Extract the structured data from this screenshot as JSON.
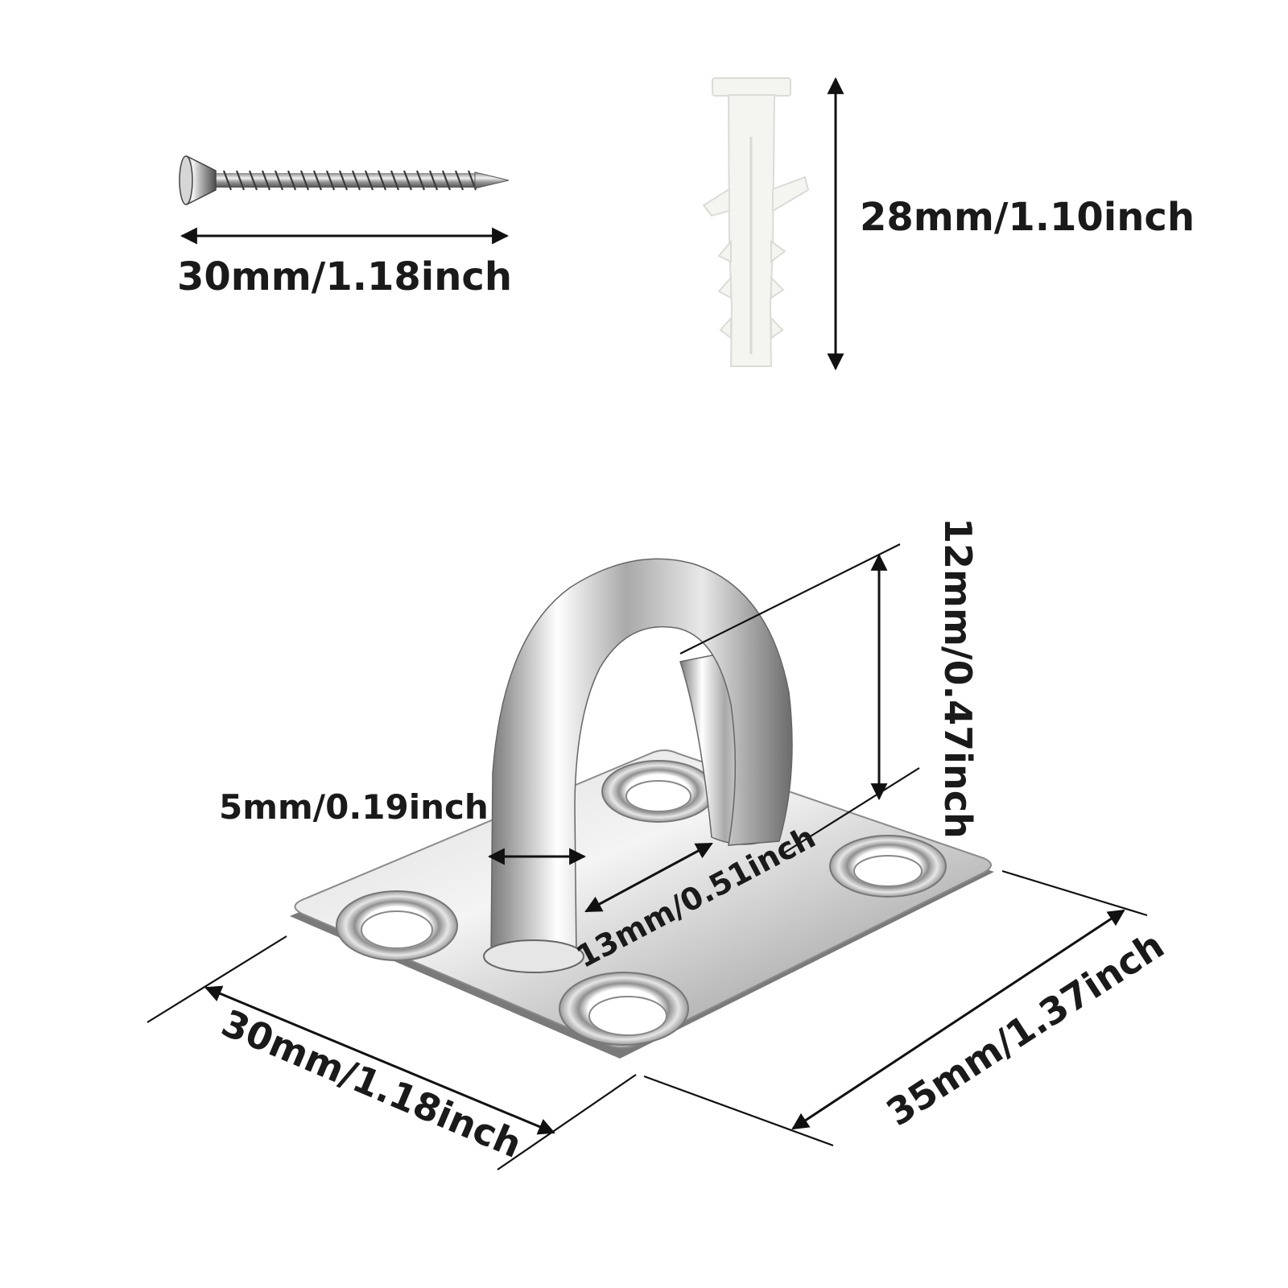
{
  "dimensions": {
    "screw_length": "30mm/1.18inch",
    "anchor_length": "28mm/1.10inch",
    "loop_height": "12mm/0.47inch",
    "rod_diameter": "5mm/0.19inch",
    "loop_inner_width": "13mm/0.51inch",
    "plate_width": "30mm/1.18inch",
    "plate_length": "35mm/1.37inch"
  },
  "colors": {
    "ink": "#111111",
    "steel_light": "#f4f4f4",
    "steel_mid": "#b8b8b8",
    "steel_dark": "#5a5a5a",
    "anchor_plastic": "#f3f3ef"
  },
  "icons": {
    "screw": "countersunk-screw-icon",
    "anchor": "plastic-wall-anchor-icon",
    "eye_plate": "pad-eye-plate-icon"
  }
}
